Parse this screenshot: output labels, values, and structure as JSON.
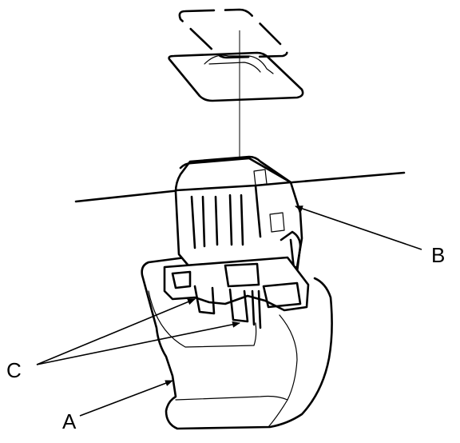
{
  "callouts": {
    "a": "A",
    "b": "B",
    "c": "C"
  },
  "colors": {
    "stroke": "#000000",
    "background": "#ffffff"
  }
}
